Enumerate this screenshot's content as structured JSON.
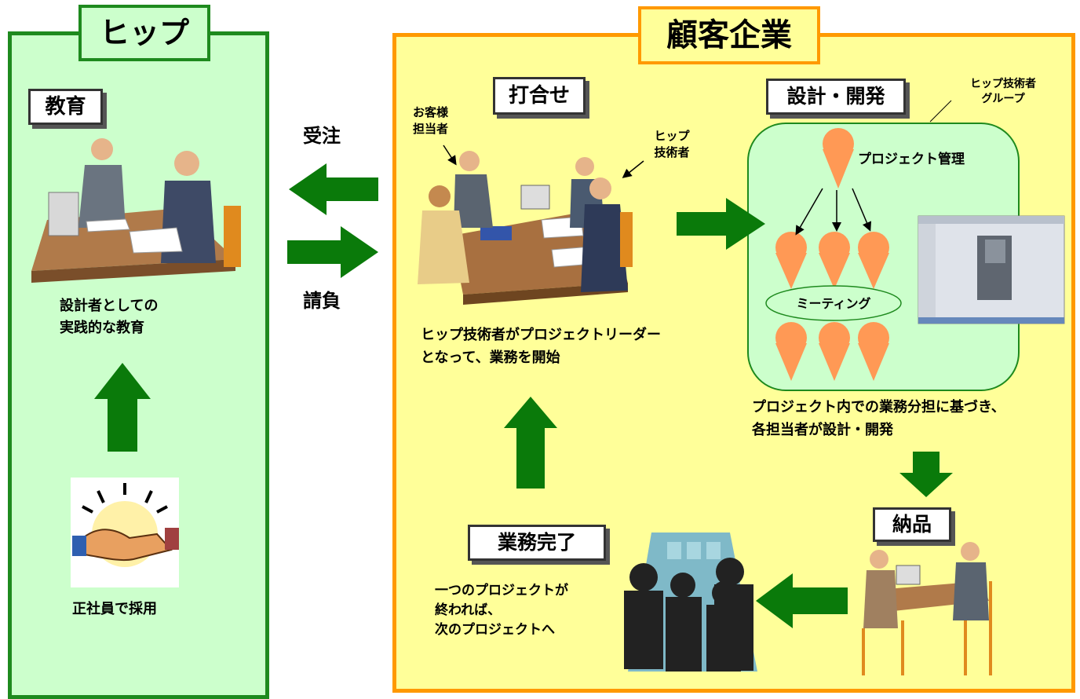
{
  "colors": {
    "hip_panel_bg": "#ccffcc",
    "hip_panel_border": "#1e8a1e",
    "client_panel_bg": "#ffff99",
    "client_panel_border": "#ff9900",
    "arrow_green": "#0a7a0a",
    "person_orange": "#ff9955",
    "team_box_bg": "#ccffcc"
  },
  "hip": {
    "title": "ヒップ",
    "education": {
      "tag": "教育",
      "caption": "設計者としての\n実践的な教育"
    },
    "hiring": {
      "caption": "正社員で採用",
      "image": "handshake-image"
    }
  },
  "exchange": {
    "order_label": "受注",
    "contract_label": "請負"
  },
  "client": {
    "title": "顧客企業",
    "meeting": {
      "tag": "打合せ",
      "customer_rep": "お客様\n担当者",
      "hip_engineer": "ヒップ\n技術者",
      "caption": "ヒップ技術者がプロジェクトリーダー\nとなって、業務を開始"
    },
    "design": {
      "tag": "設計・開発",
      "group_label": "ヒップ技術者\nグループ",
      "project_mgmt": "プロジェクト管理",
      "meeting_label": "ミーティング",
      "caption": "プロジェクト内での業務分担に基づき、\n各担当者が設計・開発",
      "cad_image": "cad-screenshot"
    },
    "delivery": {
      "tag": "納品"
    },
    "completion": {
      "tag": "業務完了",
      "caption": "一つのプロジェクトが\n終われば、\n次のプロジェクトへ"
    }
  }
}
